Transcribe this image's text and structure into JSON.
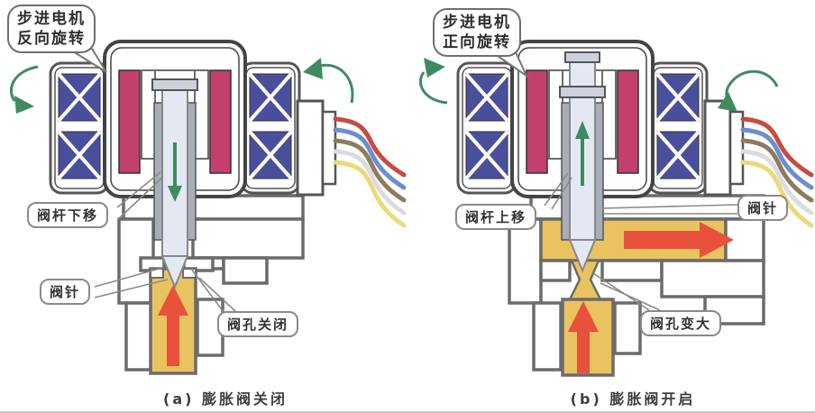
{
  "panels": [
    {
      "bubble": {
        "line1": "步进电机",
        "line2": "反向旋转"
      },
      "labels": {
        "stem": "阀杆下移",
        "needle": "阀针",
        "orifice": "阀孔关闭"
      },
      "caption": "(a) 膨胀阀关闭"
    },
    {
      "bubble": {
        "line1": "步进电机",
        "line2": "正向旋转"
      },
      "labels": {
        "stem": "阀杆上移",
        "needle": "阀针",
        "orifice": "阀孔变大"
      },
      "caption": "(b) 膨胀阀开启"
    }
  ],
  "icons": {
    "rotation": "curved-green-rotation-arrow",
    "stem_motion_down": "green-down-arrow",
    "stem_motion_up": "green-up-arrow",
    "flow_up": "red-up-arrow",
    "flow_right": "red-right-arrow"
  },
  "colors": {
    "coil_blue": "#4b4f9b",
    "magnet_pink": "#c2406e",
    "fluid_yellow": "#e9c35f",
    "flow_red": "#e8513c",
    "arrow_green": "#3f8a5e",
    "outline_gray": "#6b6b6b",
    "wires": [
      "#c84b40",
      "#6c8ecf",
      "#8d7b60",
      "#dcdcdf",
      "#ecd979"
    ]
  }
}
